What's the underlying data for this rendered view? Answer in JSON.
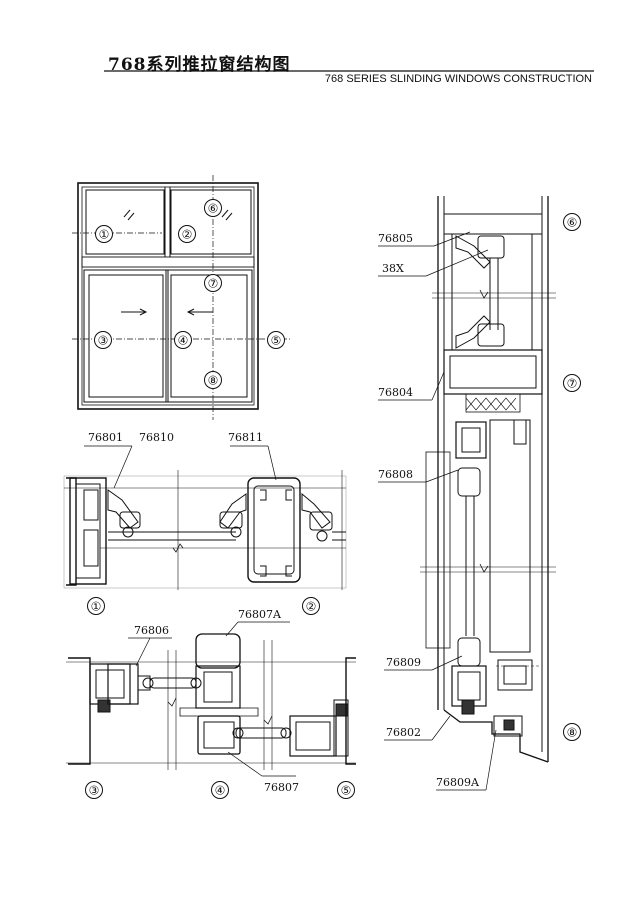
{
  "header": {
    "title_cn": "768系列推拉窗结构图",
    "title_en": "768 SERIES SLINDING WINDOWS CONSTRUCTION"
  },
  "elevation": {
    "markers": [
      "①",
      "②",
      "③",
      "④",
      "⑤",
      "⑥",
      "⑦",
      "⑧"
    ]
  },
  "sections": {
    "s1": {
      "marker": "①",
      "parts": [
        "76801",
        "76810",
        "76811"
      ]
    },
    "s2": {
      "marker": "②",
      "parts": [
        "76807A"
      ]
    },
    "s3": {
      "marker": "③",
      "parts": [
        "76806"
      ]
    },
    "s4": {
      "marker": "④",
      "parts": [
        "76807"
      ]
    },
    "s5": {
      "marker": "⑤"
    },
    "vertical": {
      "markers": [
        "⑥",
        "⑦",
        "⑧"
      ],
      "parts": [
        "76805",
        "38X",
        "76804",
        "76808",
        "76809",
        "76802",
        "76809A"
      ]
    }
  }
}
